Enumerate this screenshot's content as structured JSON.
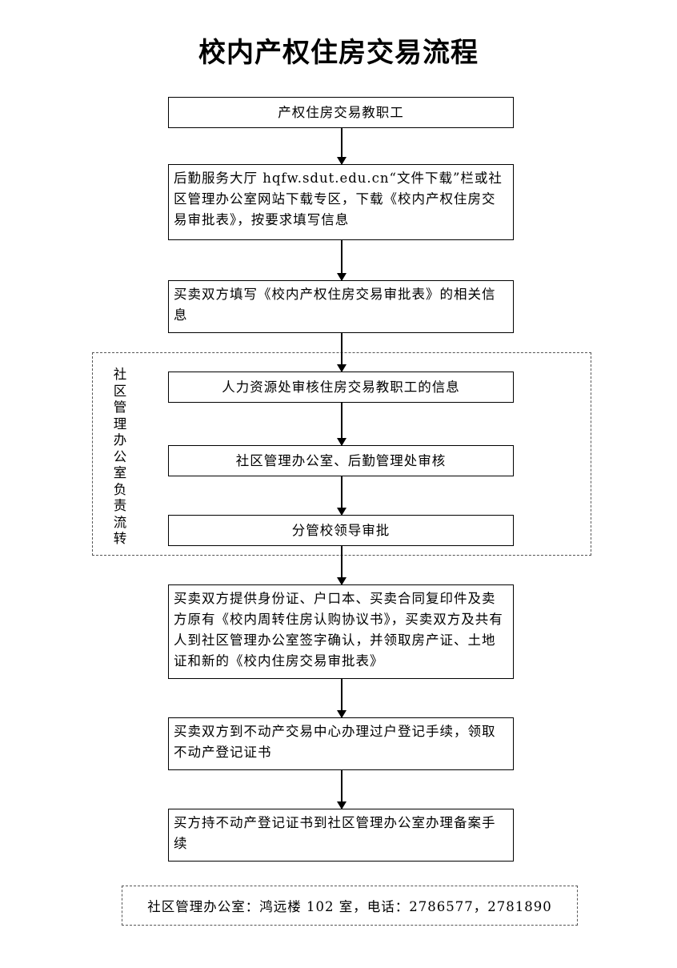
{
  "title": "校内产权住房交易流程",
  "steps": [
    "产权住房交易教职工",
    "后勤服务大厅 hqfw.sdut.edu.cn“文件下载”栏或社区管理办公室网站下载专区，下载《校内产权住房交易审批表》，按要求填写信息",
    "买卖双方填写《校内产权住房交易审批表》的相关信息",
    "人力资源处审核住房交易教职工的信息",
    "社区管理办公室、后勤管理处审核",
    "分管校领导审批",
    "买卖双方提供身份证、户口本、买卖合同复印件及卖方原有《校内周转住房认购协议书》，买卖双方及共有人到社区管理办公室签字确认，并领取房产证、土地证和新的《校内住房交易审批表》",
    "买卖双方到不动产交易中心办理过户登记手续，领取不动产登记证书",
    "买方持不动产登记证书到社区管理办公室办理备案手续"
  ],
  "group_label": "社区管理办公室负责流转",
  "footer": "社区管理办公室：鸿远楼 102 室，电话：2786577，2781890"
}
